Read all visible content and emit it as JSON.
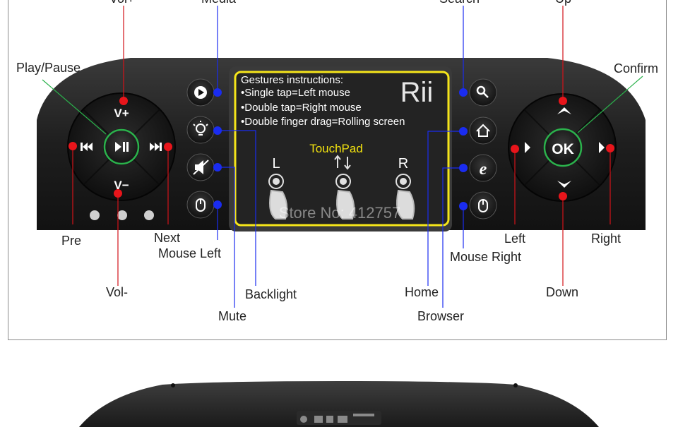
{
  "labels": {
    "vol_up": "Vol+",
    "media": "Media",
    "search": "Search",
    "up": "Up",
    "play_pause": "Play/Pause",
    "confirm": "Confirm",
    "pre": "Pre",
    "next": "Next",
    "mouse_left": "Mouse Left",
    "vol_down": "Vol-",
    "backlight": "Backlight",
    "mute": "Mute",
    "home": "Home",
    "browser": "Browser",
    "left": "Left",
    "right": "Right",
    "mouse_right": "Mouse Right",
    "down": "Down"
  },
  "panel": {
    "heading": "Gestures instructions:",
    "line1": "•Single tap=Left mouse",
    "line2": "•Double tap=Right mouse",
    "line3": "•Double finger drag=Rolling screen",
    "brand": "Rii",
    "touchpad": "TouchPad",
    "gesture_l": "L",
    "gesture_r": "R",
    "watermark": "Store No: 412757"
  },
  "keys": {
    "vplus": "V+",
    "vminus": "V−",
    "ok": "OK"
  },
  "colors": {
    "dot_red": "#e8151b",
    "dot_blue": "#1a2cf0",
    "line_green": "#2bb24c",
    "touchpad_border": "#f5e51a",
    "touchpad_label": "#f2e20f"
  }
}
